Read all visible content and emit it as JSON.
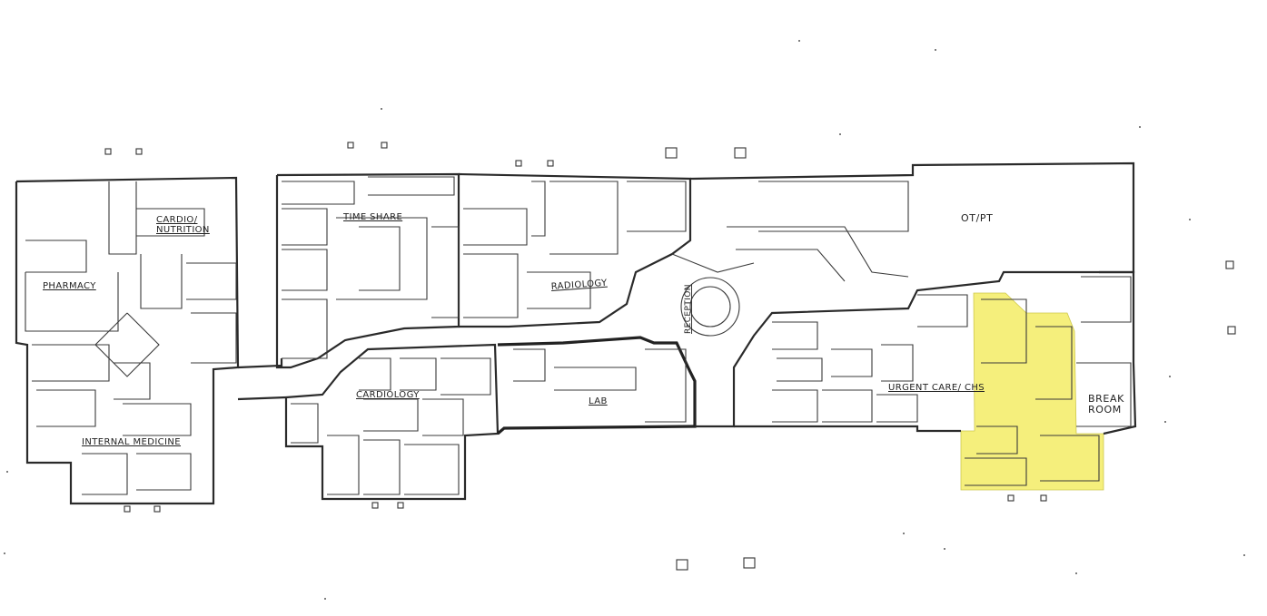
{
  "floor_plan": {
    "labels": {
      "pharmacy": "PHARMACY",
      "cardio_nutrition_1": "CARDIO/",
      "cardio_nutrition_2": "NUTRITION",
      "time_share": "TIME SHARE",
      "radiology": "RADIOLOGY",
      "reception": "RECEPTION",
      "ot_pt": "OT/PT",
      "internal_medicine": "INTERNAL MEDICINE",
      "cardiology": "CARDIOLOGY",
      "lab": "LAB",
      "urgent_care": "URGENT CARE/ CHS",
      "break_room_1": "BREAK",
      "break_room_2": "ROOM"
    },
    "highlight_color": "#f4ee6e",
    "line_color": "#2a2a2a"
  }
}
